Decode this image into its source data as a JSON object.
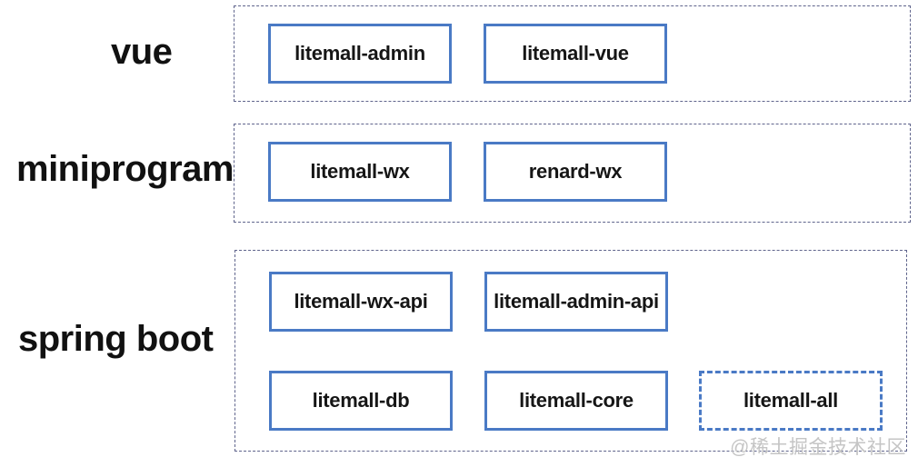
{
  "diagram": {
    "groups": [
      {
        "id": "vue",
        "label": "vue",
        "boxes": [
          {
            "label": "litemall-admin",
            "style": "solid"
          },
          {
            "label": "litemall-vue",
            "style": "solid"
          }
        ]
      },
      {
        "id": "miniprogram",
        "label": "miniprogram",
        "boxes": [
          {
            "label": "litemall-wx",
            "style": "solid"
          },
          {
            "label": "renard-wx",
            "style": "solid"
          }
        ]
      },
      {
        "id": "spring-boot",
        "label": "spring boot",
        "boxes": [
          {
            "label": "litemall-wx-api",
            "style": "solid"
          },
          {
            "label": "litemall-admin-api",
            "style": "solid"
          },
          {
            "label": "litemall-db",
            "style": "solid"
          },
          {
            "label": "litemall-core",
            "style": "solid"
          },
          {
            "label": "litemall-all",
            "style": "dashed"
          }
        ]
      }
    ],
    "watermark": "@稀土掘金技术社区",
    "colors": {
      "box_border": "#4a7ac5",
      "group_border": "#5f648c",
      "text": "#161616",
      "watermark": "#c5c5c5"
    }
  }
}
